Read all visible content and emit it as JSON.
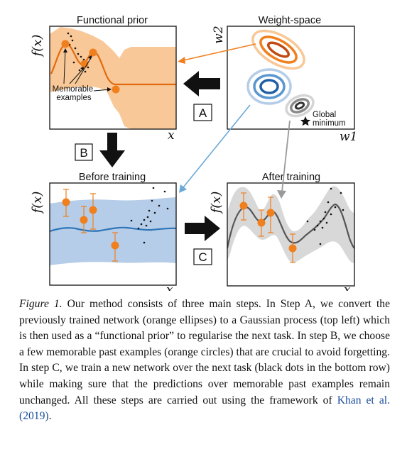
{
  "figure": {
    "panel_top_left": {
      "title": "Functional prior",
      "ylabel": "f(x)",
      "xlabel": "x",
      "annotation": [
        "Memorable",
        "examples"
      ]
    },
    "panel_top_right": {
      "title": "Weight-space",
      "ylabel": "w2",
      "xlabel": "w1",
      "annotation": [
        "Global",
        "minimum"
      ]
    },
    "panel_bottom_left": {
      "title": "Before training",
      "ylabel": "f(x)",
      "xlabel": "x"
    },
    "panel_bottom_right": {
      "title": "After training",
      "ylabel": "f(x)",
      "xlabel": "x"
    },
    "step_labels": {
      "a": "A",
      "b": "B",
      "c": "C"
    },
    "colors": {
      "orange": "#f07f1e",
      "orange_band": "#f9c898",
      "blue": "#2f75b8",
      "blue_band": "#b5cde8",
      "gray_band": "#d8d8d8",
      "gray_line": "#555555"
    }
  },
  "caption": {
    "label": "Figure 1.",
    "text": " Our method consists of three main steps.  In Step A, we convert the previously trained network (orange ellipses) to a Gaussian process (top left) which is then used as a “functional prior” to regularise the next task. In step B, we choose a few memorable past examples (orange circles) that are crucial to avoid forgetting. In step C, we train a new network over the next task (black dots in the bottom row) while making sure that the predictions over memorable past examples remain unchanged. All these steps are carried out using the framework of ",
    "citation": "Khan et al. (2019)",
    "end": "."
  }
}
